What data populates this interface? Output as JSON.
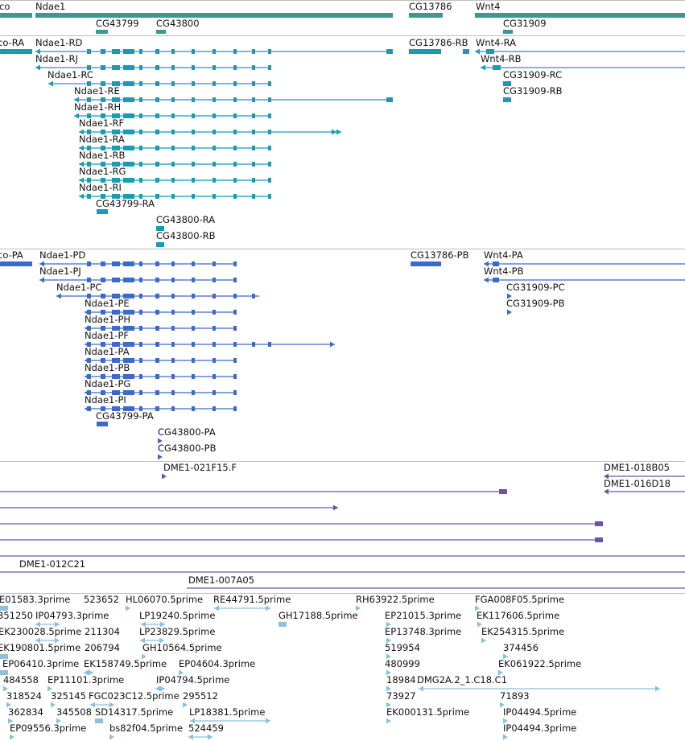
{
  "colors": {
    "gene": "#3a9a92",
    "transcript": "#1b9ab5",
    "protein": "#3a6bcb",
    "clone": "#6b54a8",
    "est": "#8cc0dc",
    "divider": "#bdbdbd"
  },
  "gene_track": {
    "labels": [
      "co",
      "Ndae1",
      "CG43799",
      "CG43800",
      "CG13786",
      "Wnt4",
      "CG31909"
    ]
  },
  "transcript_track": {
    "labels": [
      "co-RA",
      "Ndae1-RD",
      "Ndae1-RJ",
      "Ndae1-RC",
      "Ndae1-RE",
      "Ndae1-RH",
      "Ndae1-RF",
      "Ndae1-RA",
      "Ndae1-RB",
      "Ndae1-RG",
      "Ndae1-RI",
      "CG43799-RA",
      "CG43800-RA",
      "CG43800-RB",
      "CG13786-RB",
      "Wnt4-RA",
      "Wnt4-RB",
      "CG31909-RC",
      "CG31909-RB"
    ]
  },
  "protein_track": {
    "labels": [
      "co-PA",
      "Ndae1-PD",
      "Ndae1-PJ",
      "Ndae1-PC",
      "Ndae1-PE",
      "Ndae1-PH",
      "Ndae1-PF",
      "Ndae1-PA",
      "Ndae1-PB",
      "Ndae1-PG",
      "Ndae1-PI",
      "CG43799-PA",
      "CG43800-PA",
      "CG43800-PB",
      "CG13786-PB",
      "Wnt4-PA",
      "Wnt4-PB",
      "CG31909-PC",
      "CG31909-PB"
    ]
  },
  "clone_track": {
    "labels": [
      "DME1-021F15.F",
      "DME1-018B05",
      "DME1-016D18",
      "DME1-012C21",
      "DME1-007A05"
    ]
  },
  "est_track": {
    "labels": [
      "E01583.3prime",
      "523652",
      "HL06070.5prime",
      "RE44791.5prime",
      "RH63922.5prime",
      "FGA008F05.5prime",
      "351250",
      "IP04793.3prime",
      "LP19240.5prime",
      "GH17188.5prime",
      "EP21015.3prime",
      "EK117606.5prime",
      "EK230028.5prime",
      "211304",
      "LP23829.5prime",
      "EP13748.3prime",
      "EK254315.5prime",
      "EK190801.5prime",
      "206794",
      "GH10564.5prime",
      "519954",
      "374456",
      "EP06410.3prime",
      "EK158749.5prime",
      "EP04604.3prime",
      "480999",
      "EK061922.5prime",
      "484558",
      "EP11101.3prime",
      "IP04794.5prime",
      "18984",
      "DMG2A.2_1.C18.C1",
      "318524",
      "325145",
      "FGC023C12.5prime",
      "295512",
      "73927",
      "71893",
      "362834",
      "345508",
      "SD14317.5prime",
      "LP18381.5prime",
      "EK000131.5prime",
      "IP04494.5prime",
      "EP09556.3prime",
      "bs82f04.5prime",
      "524459",
      "IP04494.3prime"
    ]
  }
}
